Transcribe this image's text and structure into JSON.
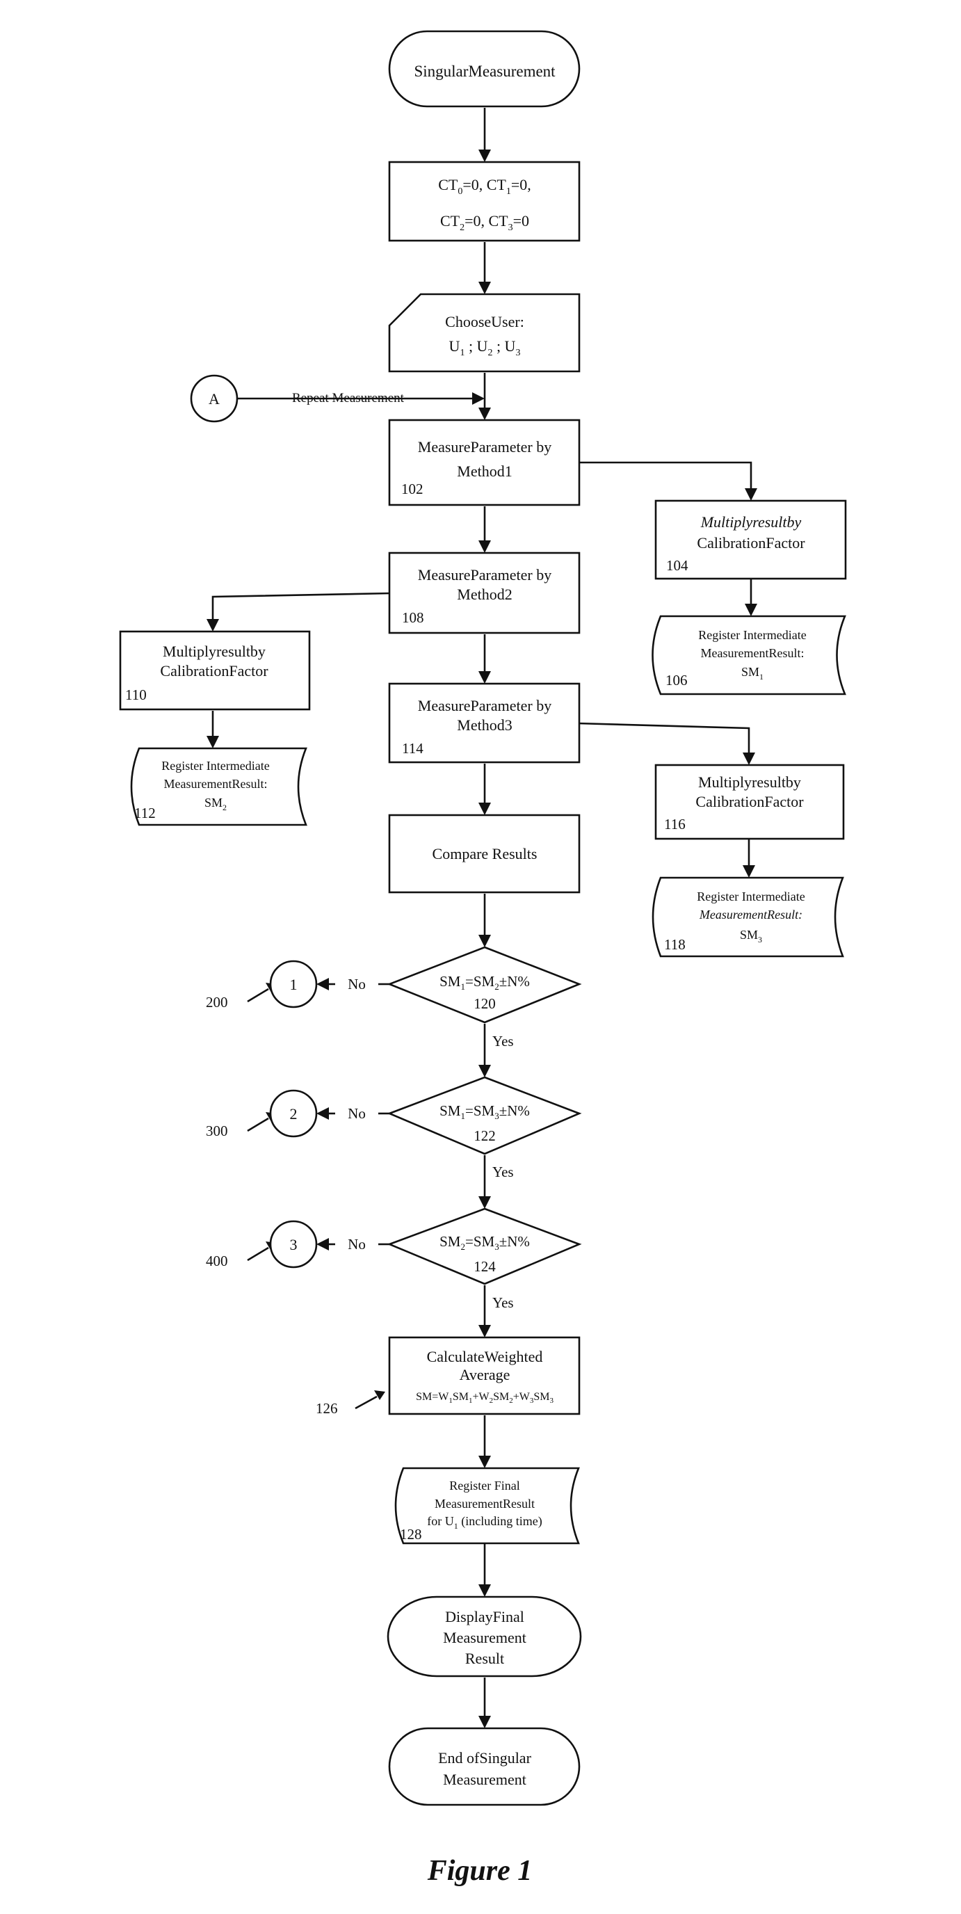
{
  "figure_caption": "Figure 1",
  "nodes": {
    "start": "SingularMeasurement",
    "init": {
      "line1": {
        "a": "CT",
        "a_sub": "0",
        "b": "=0, CT",
        "b_sub": "1",
        "c": "=0,"
      },
      "line2": {
        "a": "CT",
        "a_sub": "2",
        "b": "=0, CT",
        "b_sub": "3",
        "c": "=0"
      }
    },
    "choose_user": {
      "line1": "ChooseUser:",
      "line2": {
        "a": "U",
        "a_sub": "1",
        "b": " ; U",
        "b_sub": "2",
        "c": " ; U",
        "c_sub": "3"
      }
    },
    "connector_a": "A",
    "repeat_label": "Repeat Measurement",
    "method1": {
      "line1": "MeasureParameter by",
      "line2": "Method1",
      "ref": "102"
    },
    "multiply_104": {
      "line1": "Multiplyresultby",
      "line2": "CalibrationFactor",
      "ref": "104"
    },
    "register_106": {
      "line1": "Register Intermediate",
      "line2": "MeasurementResult:",
      "value": "SM",
      "value_sub": "1",
      "ref": "106"
    },
    "method2": {
      "line1": "MeasureParameter by",
      "line2": "Method2",
      "ref": "108"
    },
    "multiply_110": {
      "line1": "Multiplyresultby",
      "line2": "CalibrationFactor",
      "ref": "110"
    },
    "register_112": {
      "line1": "Register Intermediate",
      "line2": "MeasurementResult:",
      "value": "SM",
      "value_sub": "2",
      "ref": "112"
    },
    "method3": {
      "line1": "MeasureParameter by",
      "line2": "Method3",
      "ref": "114"
    },
    "multiply_116": {
      "line1": "Multiplyresultby",
      "line2": "CalibrationFactor",
      "ref": "116"
    },
    "register_118": {
      "line1": "Register Intermediate",
      "line2": "MeasurementResult:",
      "value": "SM",
      "value_sub": "3",
      "ref": "118"
    },
    "compare": "Compare Results",
    "decision_120": {
      "a": "SM",
      "a_sub": "1",
      "b": "=SM",
      "b_sub": "2",
      "c": "±N%",
      "ref": "120"
    },
    "decision_122": {
      "a": "SM",
      "a_sub": "1",
      "b": "=SM",
      "b_sub": "3",
      "c": "±N%",
      "ref": "122"
    },
    "decision_124": {
      "a": "SM",
      "a_sub": "2",
      "b": "=SM",
      "b_sub": "3",
      "c": "±N%",
      "ref": "124"
    },
    "weighted": {
      "line1": "CalculateWeighted",
      "line2": "Average",
      "formula": {
        "t1": "SM=W",
        "s1": "1",
        "t2": "SM",
        "s2": "1",
        "t3": "+W",
        "s3": "2",
        "t4": "SM",
        "s4": "2",
        "t5": "+W",
        "s5": "3",
        "t6": "SM",
        "s6": "3"
      },
      "ref": "126"
    },
    "register_final": {
      "line1": "Register Final",
      "line2": "MeasurementResult",
      "line3_a": "for U",
      "line3_sub": "1",
      "line3_b": " (including time)",
      "ref": "128"
    },
    "display": {
      "line1": "DisplayFinal",
      "line2": "Measurement",
      "line3": "Result"
    },
    "end": {
      "line1": "End ofSingular",
      "line2": "Measurement"
    }
  },
  "connectors": {
    "c1": {
      "label": "1",
      "ref": "200"
    },
    "c2": {
      "label": "2",
      "ref": "300"
    },
    "c3": {
      "label": "3",
      "ref": "400"
    }
  },
  "edge_labels": {
    "no": "No",
    "yes": "Yes"
  }
}
